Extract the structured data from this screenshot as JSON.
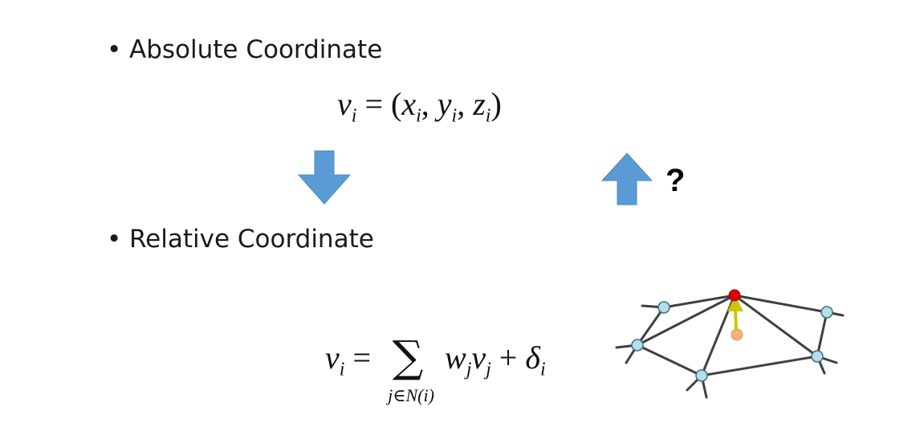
{
  "bullets": {
    "absolute": "Absolute Coordinate",
    "relative": "Relative Coordinate",
    "symbol": "•"
  },
  "equation_absolute": {
    "lhs": "v",
    "lhs_sub": "i",
    "equals": "=",
    "open": "(",
    "x": "x",
    "x_sub": "i",
    "y": "y",
    "y_sub": "i",
    "z": "z",
    "z_sub": "i",
    "comma": ",",
    "close": ")"
  },
  "equation_relative": {
    "lhs": "v",
    "lhs_sub": "i",
    "equals": "=",
    "sum_symbol": "∑",
    "sum_index": "j∈N(i)",
    "w": "w",
    "w_sub": "j",
    "v": "v",
    "v_sub": "j",
    "plus": "+",
    "delta": "δ",
    "delta_sub": "i"
  },
  "question_mark": "?",
  "colors": {
    "arrow_blue": "#5b9bd5",
    "mesh_edge": "#404040",
    "vertex_fill": "#b7dde8",
    "vertex_stroke": "#3a6f80",
    "center_vertex": "#e00000",
    "displacement_arrow": "#c8c800",
    "original_vertex": "#f4b183"
  }
}
